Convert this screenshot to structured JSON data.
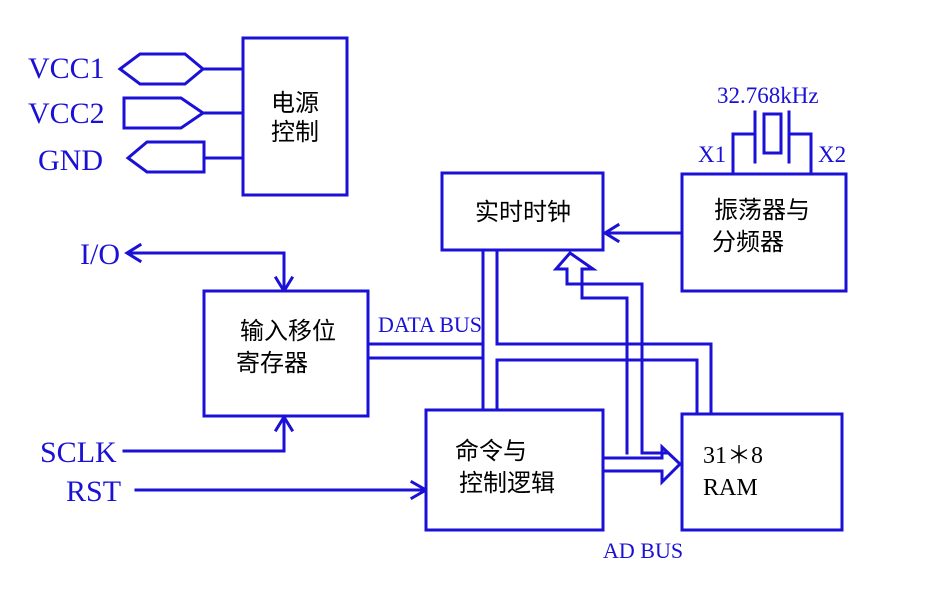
{
  "pins": {
    "vcc1": "VCC1",
    "vcc2": "VCC2",
    "gnd": "GND",
    "io": "I/O",
    "sclk": "SCLK",
    "rst": "RST"
  },
  "crystal": {
    "frequency": "32.768kHz",
    "x1": "X1",
    "x2": "X2"
  },
  "blocks": {
    "power_control": [
      "电源",
      "控制"
    ],
    "rtc": "实时时钟",
    "oscillator": [
      "振荡器与",
      "分频器"
    ],
    "shift_register": [
      "输入移位",
      "寄存器"
    ],
    "command_logic": [
      "命令与",
      "控制逻辑"
    ],
    "ram": [
      "31＊8",
      "RAM"
    ]
  },
  "buses": {
    "data_bus": "DATA BUS",
    "ad_bus": "AD BUS"
  },
  "colors": {
    "line": "#1a10d6",
    "text": "#000000"
  }
}
